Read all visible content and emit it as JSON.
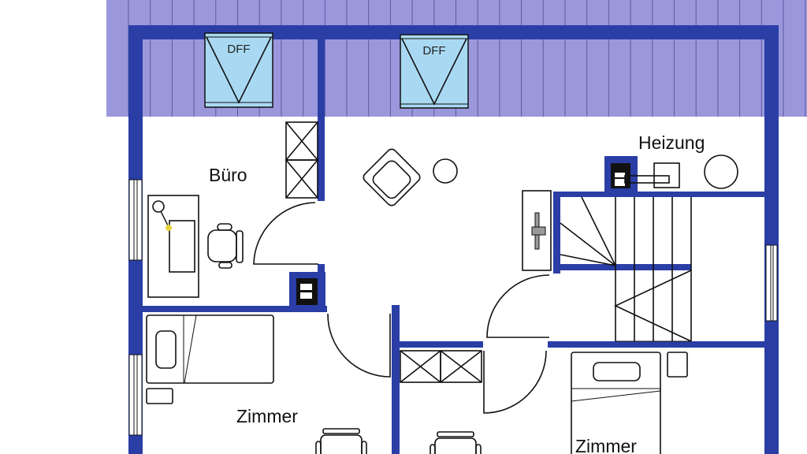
{
  "plan": {
    "rooms": {
      "office": "Büro",
      "heating": "Heizung",
      "room_left": "Zimmer",
      "room_right": "Zimmer"
    },
    "skylights": [
      "DFF",
      "DFF"
    ]
  },
  "colors": {
    "wall": "#2a3ea6",
    "roof": "#9b97dc",
    "skylight": "#a9d9f2"
  }
}
